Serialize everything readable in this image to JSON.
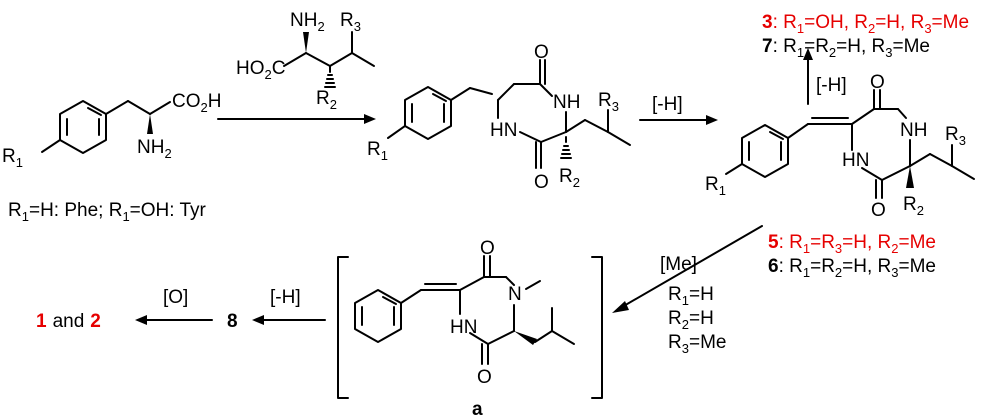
{
  "colors": {
    "highlight": "#e60000",
    "ink": "#000000"
  },
  "atoms": {
    "R": "R",
    "one": "1",
    "two": "2",
    "three": "3",
    "NH2": "NH",
    "NH2_sub": "2",
    "CO2H_a": "CO",
    "CO2H_sub": "2",
    "CO2H_b": "H",
    "HO2C_a": "HO",
    "HO2C_sub": "2",
    "HO2C_b": "C",
    "O": "O",
    "NH": "NH",
    "HN": "HN",
    "N": "N",
    "H": "H"
  },
  "texts": {
    "phe_tyr_a": "=H: Phe; R",
    "phe_tyr_b": "=OH: Tyr",
    "c3_num": "3",
    "c3_a": ": R",
    "c3_b": "=OH, R",
    "c3_c": "=H, R",
    "c3_d": "=Me",
    "c7_num": "7",
    "c7_a": ": R",
    "c7_b": "=R",
    "c7_c": "=H, R",
    "c7_d": "=Me",
    "c5_num": "5",
    "c5_a": ": R",
    "c5_b": "=R",
    "c5_c": "=H, R",
    "c5_d": "=Me",
    "c6_num": "6",
    "c6_a": ": R",
    "c6_b": "=R",
    "c6_c": "=H, R",
    "c6_d": "=Me",
    "me_eq_h1": "=H",
    "me_eq_h2": "=H",
    "me_eq_me": "=Me"
  },
  "reagents": {
    "dehydro": "[-H]",
    "methyl": "[Me]",
    "oxid": "[O]"
  },
  "compounds": {
    "c1": "1",
    "c2": "2",
    "and": "and",
    "c8": "8",
    "a": "a"
  }
}
